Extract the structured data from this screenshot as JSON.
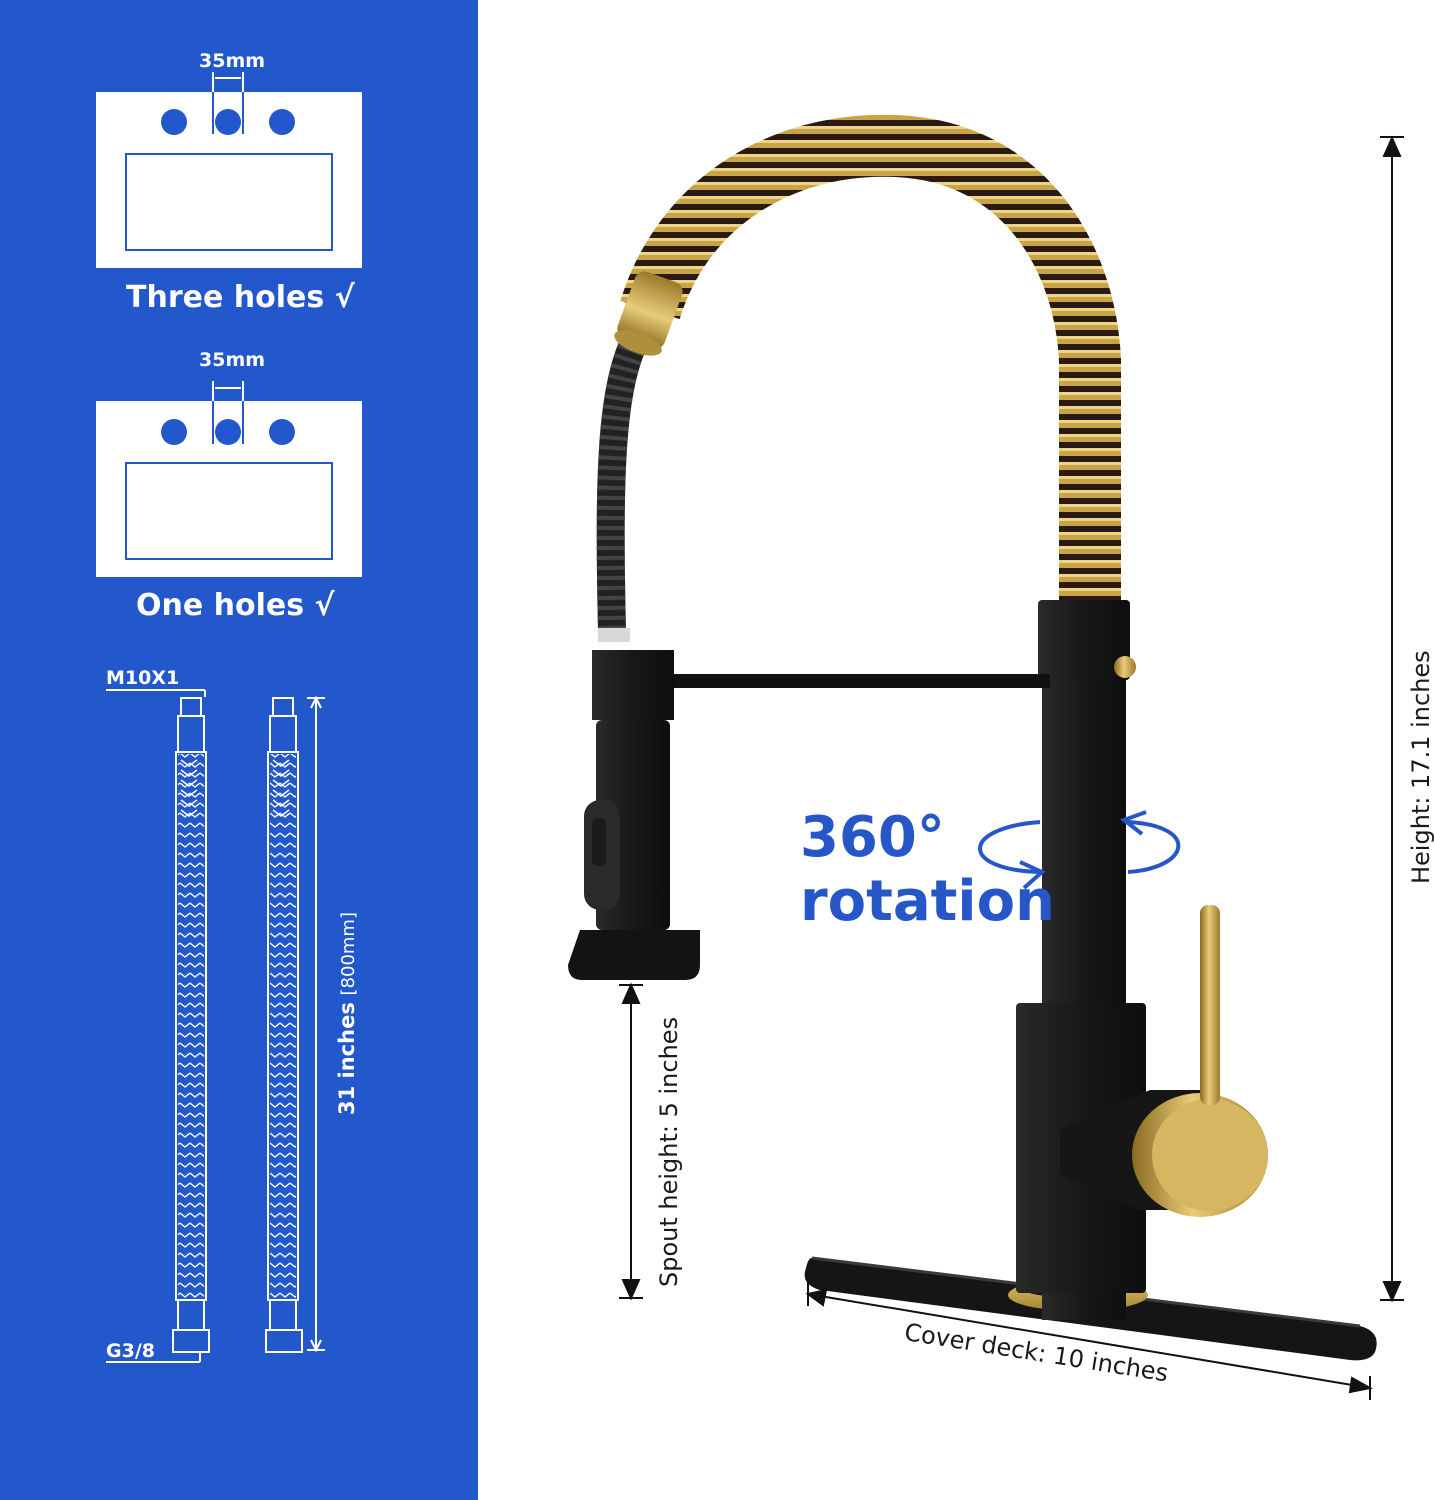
{
  "left_panel": {
    "three_holes": {
      "dimension": "35mm",
      "caption": "Three holes √"
    },
    "one_holes": {
      "dimension": "35mm",
      "caption": "One holes √"
    },
    "hose": {
      "thread_top": "M10X1",
      "thread_bottom": "G3/8",
      "length": "31 inches",
      "length_mm": "[800mm]"
    }
  },
  "faucet": {
    "rotation_line1": "360°",
    "rotation_line2": "rotation",
    "height": "Height:  17.1  inches",
    "spout_height": "Spout height:  5 inches",
    "cover_deck": "Cover deck:  10 inches"
  },
  "colors": {
    "panel_blue": "#2258cc",
    "matte_black": "#1c1c1c",
    "brushed_gold": "#c9a447",
    "accent_blue": "#2656c8"
  }
}
